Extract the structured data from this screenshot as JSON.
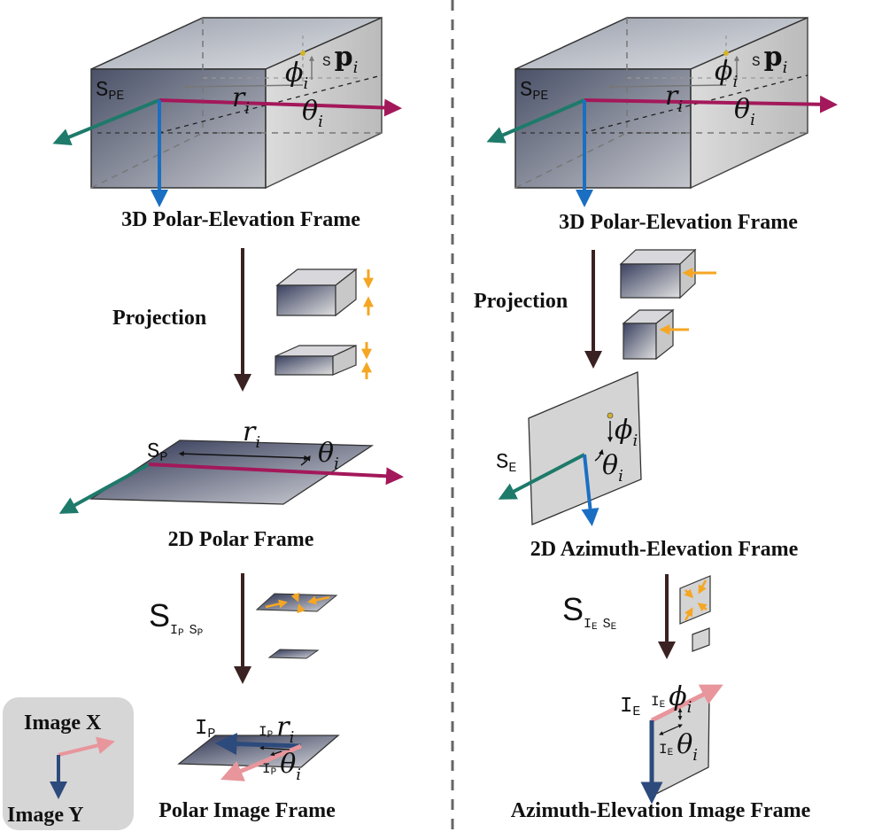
{
  "colors": {
    "axis_teal": "#1e7a6a",
    "axis_magenta": "#a3185a",
    "axis_blue": "#1b6fc2",
    "axis_navy": "#2c4a7c",
    "axis_pink": "#e8959c",
    "arrow_dark": "#3a2222",
    "orange": "#f5a623",
    "divider": "#666666",
    "panel_gray": "#d6d6d6"
  },
  "icons": [
    "box-3d-icon",
    "plane-icon",
    "arrow-icon",
    "compress-arrows-icon"
  ],
  "left": {
    "frame3d": {
      "caption": "3D Polar-Elevation Frame",
      "origin": "S",
      "origin_sub": "PE",
      "r": "r",
      "theta": "θ",
      "phi": "ϕ",
      "i": "i",
      "point_prefix": "S",
      "point": "p"
    },
    "step1": {
      "label": "Projection"
    },
    "frame2d": {
      "caption": "2D Polar Frame",
      "origin": "S",
      "origin_sub": "P",
      "r": "r",
      "theta": "θ",
      "i": "i"
    },
    "step2": {
      "S": "S",
      "sub": "I",
      "sub_sub": "P",
      "sub2": "S",
      "sub2_sub": "P"
    },
    "image": {
      "caption": "Polar Image Frame",
      "origin": "I",
      "origin_sub": "P",
      "pre": "I",
      "pre_sub": "P",
      "r": "r",
      "theta": "θ",
      "i": "i"
    }
  },
  "right": {
    "frame3d": {
      "caption": "3D Polar-Elevation Frame",
      "origin": "S",
      "origin_sub": "PE",
      "r": "r",
      "theta": "θ",
      "phi": "ϕ",
      "i": "i",
      "point_prefix": "S",
      "point": "p"
    },
    "step1": {
      "label": "Projection"
    },
    "frame2d": {
      "caption": "2D Azimuth-Elevation Frame",
      "origin": "S",
      "origin_sub": "E",
      "theta": "θ",
      "phi": "ϕ",
      "i": "i"
    },
    "step2": {
      "S": "S",
      "sub": "I",
      "sub_sub": "E",
      "sub2": "S",
      "sub2_sub": "E"
    },
    "image": {
      "caption": "Azimuth-Elevation Image Frame",
      "origin": "I",
      "origin_sub": "E",
      "pre": "I",
      "pre_sub": "E",
      "theta": "θ",
      "phi": "ϕ",
      "i": "i"
    }
  },
  "legend": {
    "x_label": "Image X",
    "y_label": "Image Y"
  }
}
